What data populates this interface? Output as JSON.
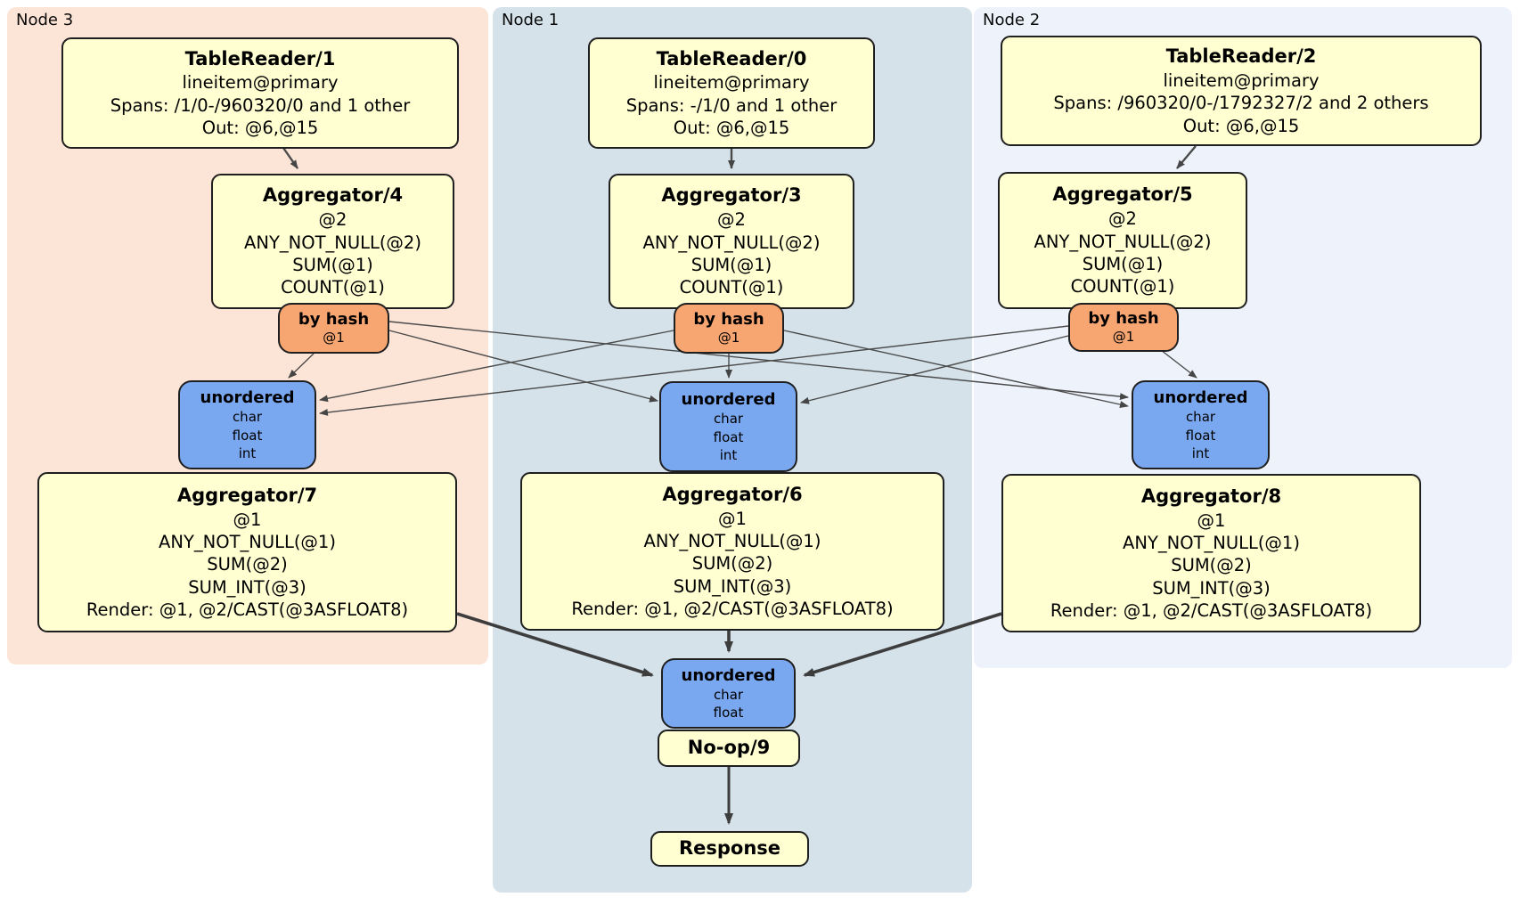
{
  "regions": {
    "node3": {
      "label": "Node 3"
    },
    "node1": {
      "label": "Node 1"
    },
    "node2": {
      "label": "Node 2"
    }
  },
  "boxes": {
    "tr1": {
      "title": "TableReader/1",
      "lines": [
        "lineitem@primary",
        "Spans: /1/0-/960320/0 and 1 other",
        "Out: @6,@15"
      ]
    },
    "tr0": {
      "title": "TableReader/0",
      "lines": [
        "lineitem@primary",
        "Spans: -/1/0 and 1 other",
        "Out: @6,@15"
      ]
    },
    "tr2": {
      "title": "TableReader/2",
      "lines": [
        "lineitem@primary",
        "Spans: /960320/0-/1792327/2 and 2 others",
        "Out: @6,@15"
      ]
    },
    "agg4": {
      "title": "Aggregator/4",
      "lines": [
        "@2",
        "ANY_NOT_NULL(@2)",
        "SUM(@1)",
        "COUNT(@1)"
      ]
    },
    "agg3": {
      "title": "Aggregator/3",
      "lines": [
        "@2",
        "ANY_NOT_NULL(@2)",
        "SUM(@1)",
        "COUNT(@1)"
      ]
    },
    "agg5": {
      "title": "Aggregator/5",
      "lines": [
        "@2",
        "ANY_NOT_NULL(@2)",
        "SUM(@1)",
        "COUNT(@1)"
      ]
    },
    "router_left": {
      "title": "by hash",
      "lines": [
        "@1"
      ]
    },
    "router_center": {
      "title": "by hash",
      "lines": [
        "@1"
      ]
    },
    "router_right": {
      "title": "by hash",
      "lines": [
        "@1"
      ]
    },
    "sync_left": {
      "title": "unordered",
      "lines": [
        "char",
        "float",
        "int"
      ]
    },
    "sync_center": {
      "title": "unordered",
      "lines": [
        "char",
        "float",
        "int"
      ]
    },
    "sync_right": {
      "title": "unordered",
      "lines": [
        "char",
        "float",
        "int"
      ]
    },
    "agg7": {
      "title": "Aggregator/7",
      "lines": [
        "@1",
        "ANY_NOT_NULL(@1)",
        "SUM(@2)",
        "SUM_INT(@3)",
        "Render: @1, @2/CAST(@3ASFLOAT8)"
      ]
    },
    "agg6": {
      "title": "Aggregator/6",
      "lines": [
        "@1",
        "ANY_NOT_NULL(@1)",
        "SUM(@2)",
        "SUM_INT(@3)",
        "Render: @1, @2/CAST(@3ASFLOAT8)"
      ]
    },
    "agg8": {
      "title": "Aggregator/8",
      "lines": [
        "@1",
        "ANY_NOT_NULL(@1)",
        "SUM(@2)",
        "SUM_INT(@3)",
        "Render: @1, @2/CAST(@3ASFLOAT8)"
      ]
    },
    "sync_final": {
      "title": "unordered",
      "lines": [
        "char",
        "float"
      ]
    },
    "noop": {
      "title": "No-op/9"
    },
    "response": {
      "title": "Response"
    }
  },
  "colors": {
    "node3-bg": "#fce4d6",
    "node1-bg": "#d5e2ea",
    "node2-bg": "#edf2fb",
    "processor-fill": "#ffffd2",
    "processor-border": "#1f1f1f",
    "router-fill": "#f7a671",
    "sync-fill": "#7aa8f0",
    "edge-color": "#454545"
  }
}
